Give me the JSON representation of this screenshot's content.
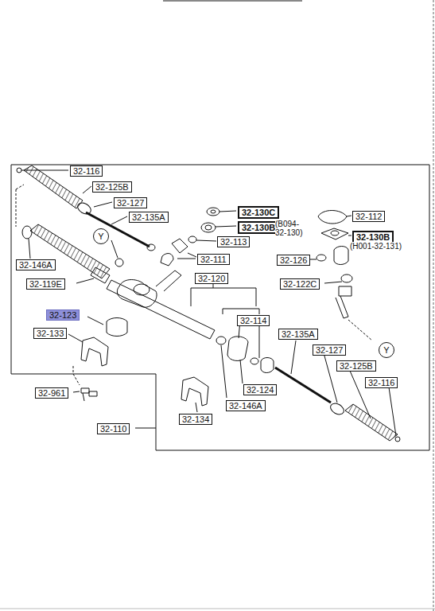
{
  "diagram": {
    "nodes": [
      {
        "text": [
          "32-116"
        ]
      },
      {
        "text": [
          "32-125B"
        ]
      },
      {
        "text": [
          "32-127"
        ]
      },
      {
        "text": [
          "32-130C"
        ]
      },
      {
        "text": [
          "32-112"
        ]
      },
      {
        "text": [
          "32-135A"
        ]
      },
      {
        "text": [
          "32-130B"
        ]
      },
      {
        "text": [
          "32-130B"
        ]
      },
      {
        "text": [
          "Y"
        ]
      },
      {
        "text": [
          "32-113"
        ]
      },
      {
        "text": [
          "32-111"
        ]
      },
      {
        "text": [
          "32-126"
        ]
      },
      {
        "text": [
          "32-146A"
        ]
      },
      {
        "text": [
          "32-120"
        ]
      },
      {
        "text": [
          "32-122C"
        ]
      },
      {
        "text": [
          "32-119E"
        ]
      },
      {
        "text": [
          "32-123"
        ]
      },
      {
        "text": [
          "32-114"
        ]
      },
      {
        "text": [
          "32-133"
        ]
      },
      {
        "text": [
          "32-135A"
        ]
      },
      {
        "text": [
          "32-127"
        ]
      },
      {
        "text": [
          "Y"
        ]
      },
      {
        "text": [
          "32-125B"
        ]
      },
      {
        "text": [
          "32-116"
        ]
      },
      {
        "text": [
          "32-124"
        ]
      },
      {
        "text": [
          "32-961"
        ]
      },
      {
        "text": [
          "32-146A"
        ]
      },
      {
        "text": [
          "32-134"
        ]
      },
      {
        "text": [
          "32-110"
        ]
      }
    ],
    "labels": [
      "(B094-32-130)",
      "(H001-32-131)"
    ]
  }
}
